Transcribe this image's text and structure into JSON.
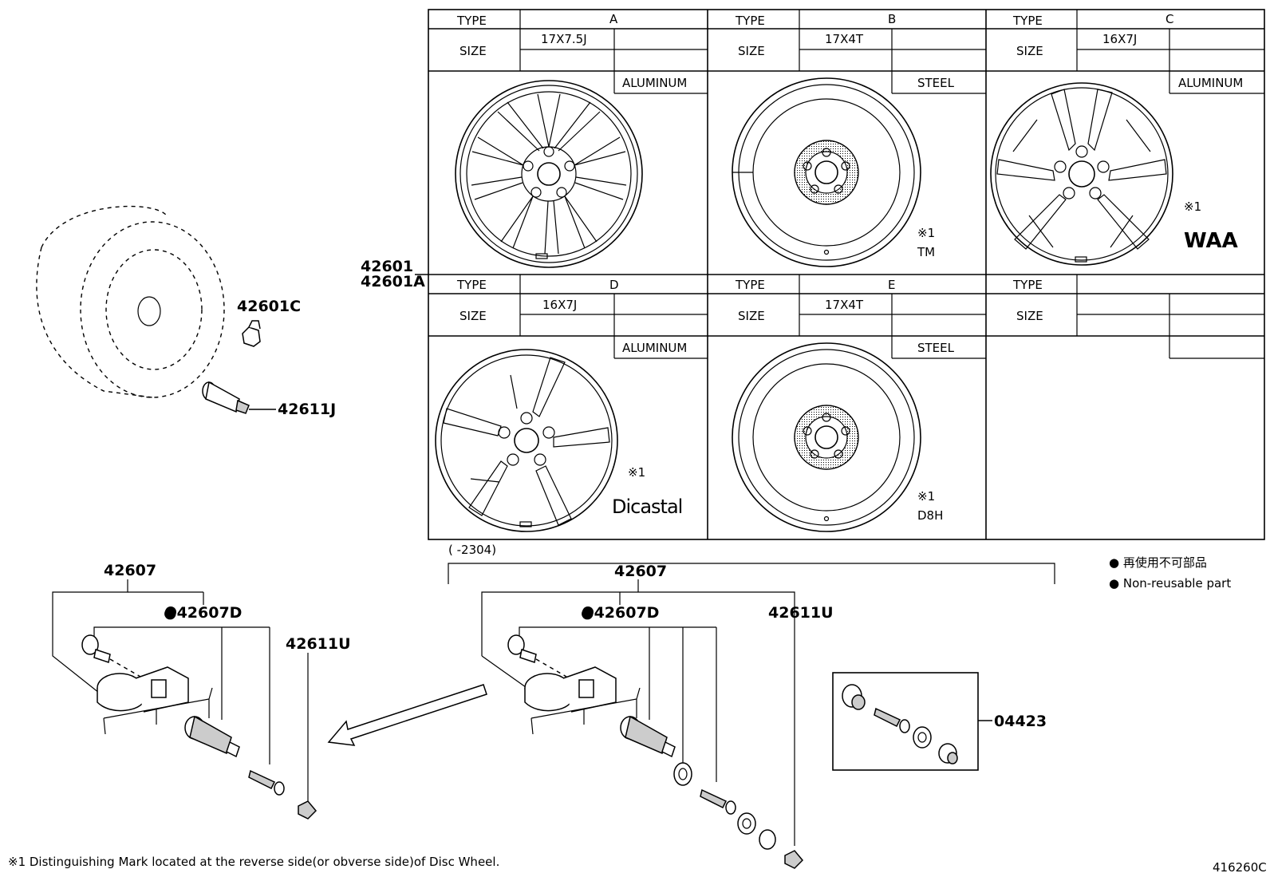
{
  "table": {
    "row1": [
      {
        "type_label": "TYPE",
        "type": "A",
        "size_label": "SIZE",
        "size": "17X7.5J",
        "material": "ALUMINUM",
        "mark_symbol": "",
        "mark": ""
      },
      {
        "type_label": "TYPE",
        "type": "B",
        "size_label": "SIZE",
        "size": "17X4T",
        "material": "STEEL",
        "mark_symbol": "※1",
        "mark": "TM"
      },
      {
        "type_label": "TYPE",
        "type": "C",
        "size_label": "SIZE",
        "size": "16X7J",
        "material": "ALUMINUM",
        "mark_symbol": "※1",
        "mark": "WAA"
      }
    ],
    "row2": [
      {
        "type_label": "TYPE",
        "type": "D",
        "size_label": "SIZE",
        "size": "16X7J",
        "material": "ALUMINUM",
        "mark_symbol": "※1",
        "mark": "Dicastal"
      },
      {
        "type_label": "TYPE",
        "type": "E",
        "size_label": "SIZE",
        "size": "17X4T",
        "material": "STEEL",
        "mark_symbol": "※1",
        "mark": "D8H"
      },
      {
        "type_label": "TYPE",
        "type": "",
        "size_label": "SIZE",
        "size": "",
        "material": "",
        "mark_symbol": "",
        "mark": ""
      }
    ]
  },
  "parts": {
    "wheel_1": "42601",
    "wheel_2": "42601A",
    "nut": "42601C",
    "valve": "42611J",
    "sensor_left": "42607",
    "grommet_left": "●42607D",
    "cap_left": "42611U",
    "sensor_right": "42607",
    "grommet_right": "●42607D",
    "cap_right": "42611U",
    "kit": "04423"
  },
  "date_range": "(      -2304)",
  "legend": {
    "jp": "● 再使用不可部品",
    "en": "● Non-reusable part"
  },
  "footnote": "※1 Distinguishing Mark located at the reverse side(or obverse side)of Disc Wheel.",
  "diagram_id": "416260C"
}
